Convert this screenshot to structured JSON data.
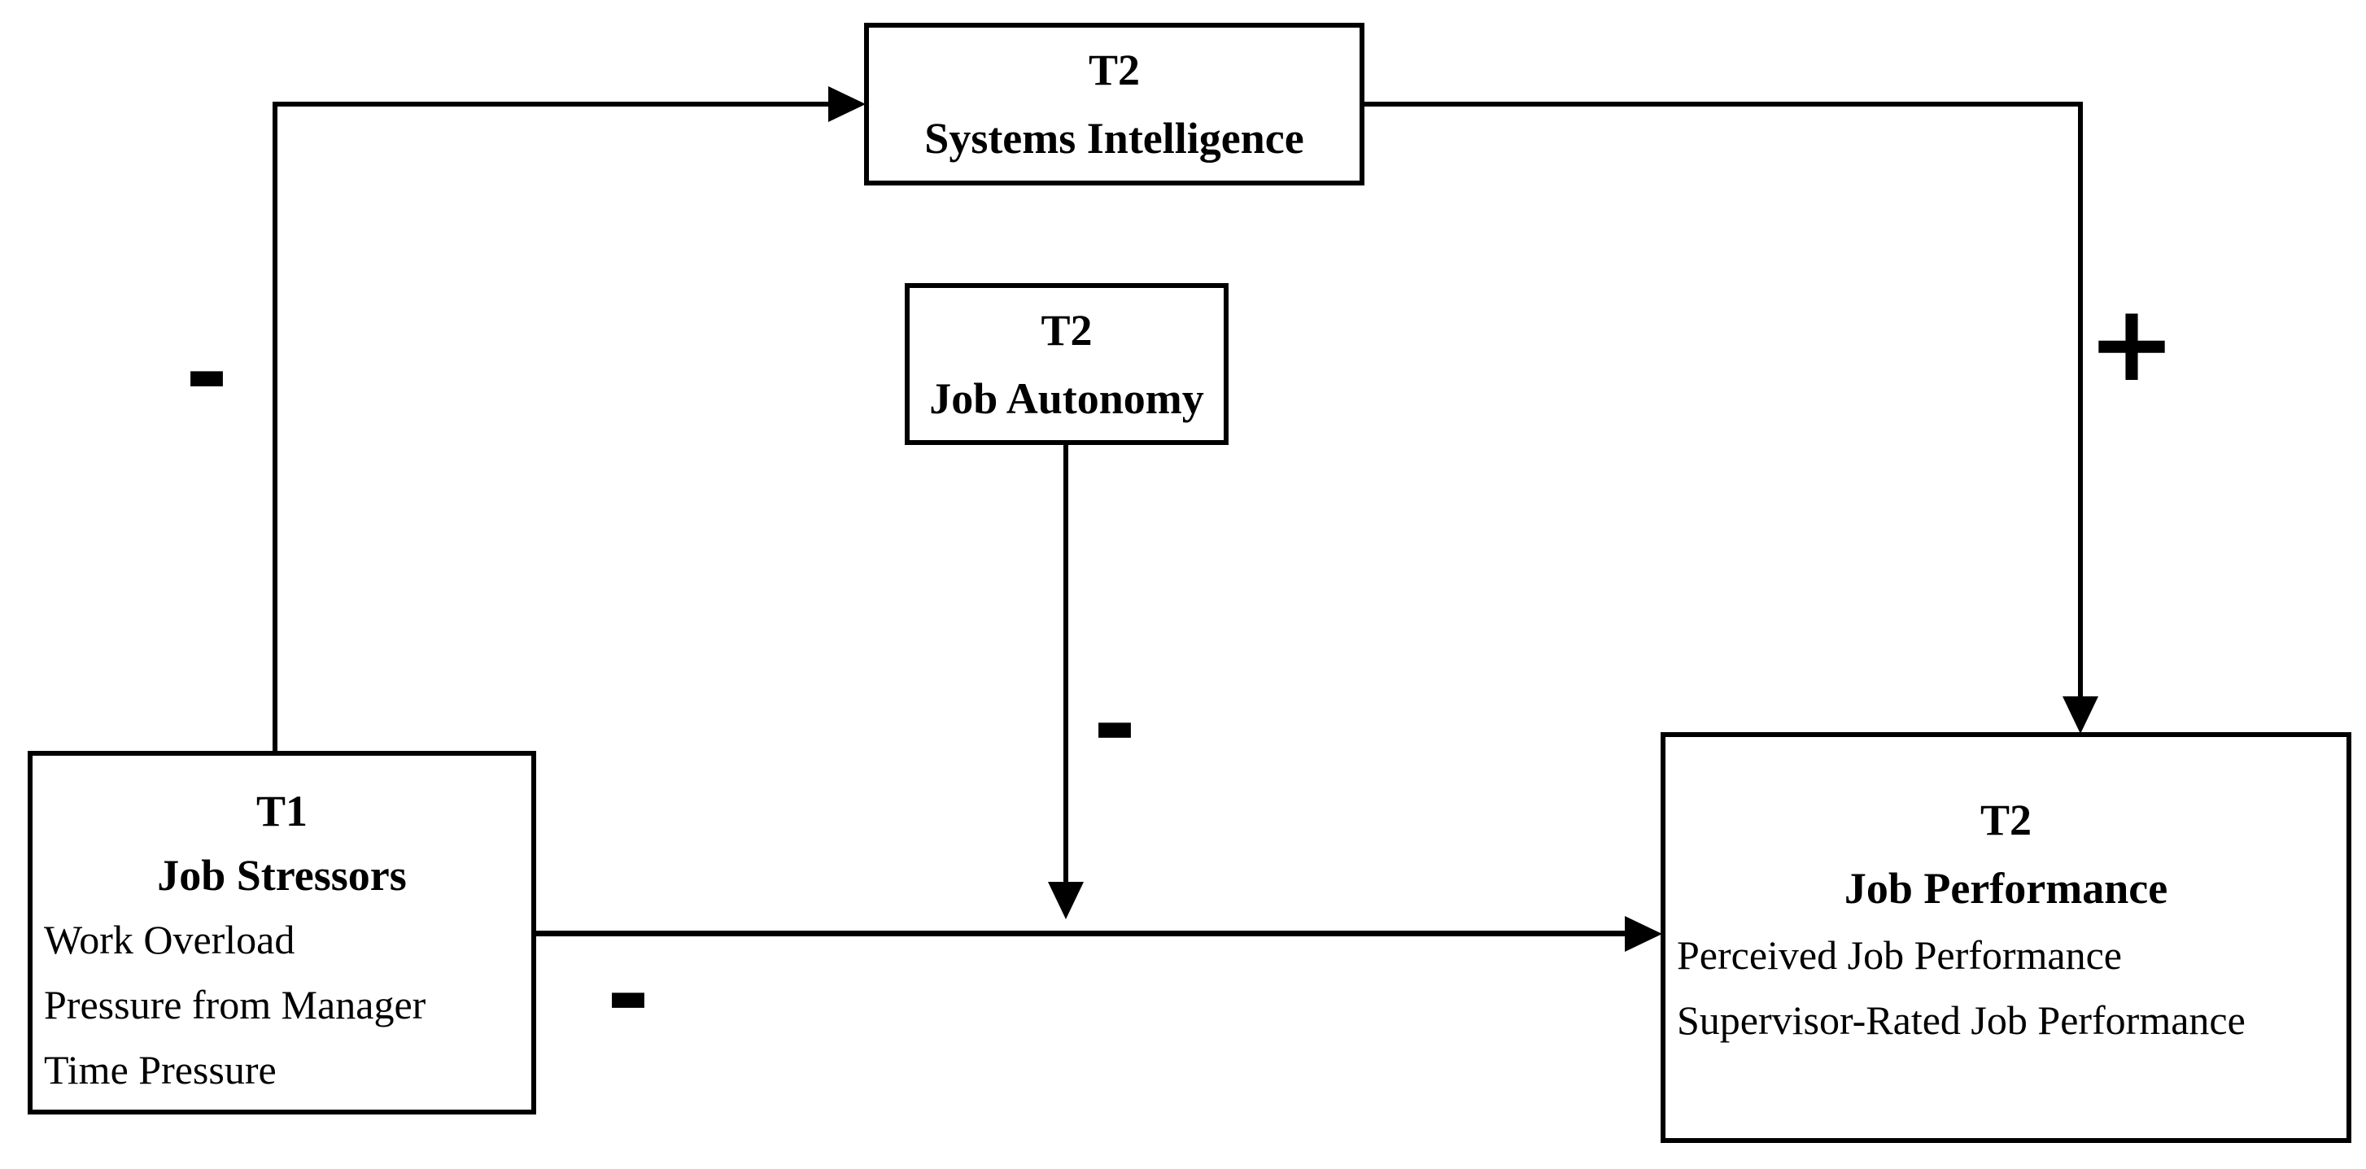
{
  "figure": {
    "type": "path-model-diagram",
    "background_color": "#ffffff",
    "line_color": "#000000",
    "text_color": "#000000"
  },
  "nodes": {
    "systems_intelligence": {
      "tag": "T2",
      "title": "Systems Intelligence"
    },
    "job_autonomy": {
      "tag": "T2",
      "title": "Job Autonomy"
    },
    "job_stressors": {
      "tag": "T1",
      "title": "Job Stressors",
      "items": [
        "Work Overload",
        "Pressure from Manager",
        "Time Pressure"
      ]
    },
    "job_performance": {
      "tag": "T2",
      "title": "Job Performance",
      "items": [
        "Perceived Job Performance",
        "Supervisor-Rated Job Performance"
      ]
    }
  },
  "edges": {
    "stressors_to_systems_intelligence": {
      "sign": "-"
    },
    "systems_intelligence_to_performance": {
      "sign": "+"
    },
    "stressors_to_performance": {
      "sign": "-"
    },
    "autonomy_moderation": {
      "sign": "-"
    }
  }
}
